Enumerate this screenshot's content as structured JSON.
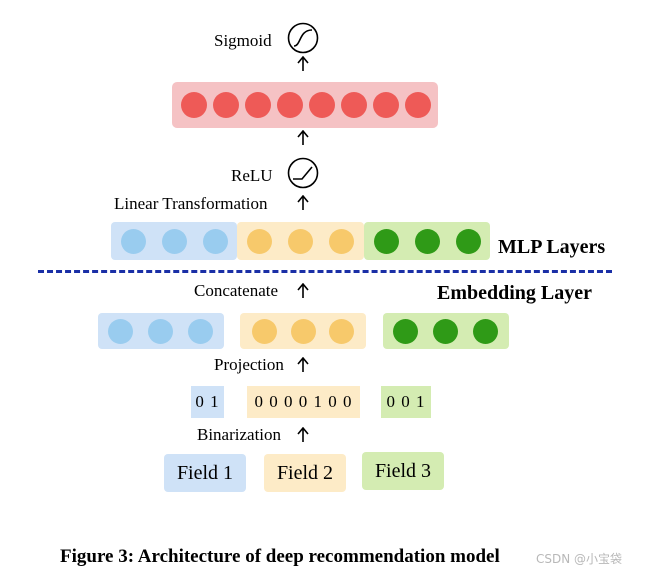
{
  "labels": {
    "sigmoid": "Sigmoid",
    "relu": "ReLU",
    "linear": "Linear Transformation",
    "concatenate": "Concatenate",
    "projection": "Projection",
    "binarization": "Binarization"
  },
  "sections": {
    "mlp": "MLP Layers",
    "embedding": "Embedding Layer"
  },
  "binary": {
    "field1": "0 1",
    "field2": "0 0 0 0 1 0 0",
    "field3": "0 0 1"
  },
  "fields": [
    "Field 1",
    "Field 2",
    "Field 3"
  ],
  "caption": "Figure 3: Architecture of deep recommendation model",
  "watermark": "CSDN @小宝袋",
  "colors": {
    "blue_bg": "#cfe2f7",
    "blue_dot": "#99ccef",
    "yellow_bg": "#fdebc7",
    "yellow_dot": "#f7c96b",
    "green_bg": "#d4ecb2",
    "green_dot": "#2f9a17",
    "red_bg": "#f5c2c4",
    "red_dot": "#ee5a57",
    "divider": "#1a2fa6"
  }
}
